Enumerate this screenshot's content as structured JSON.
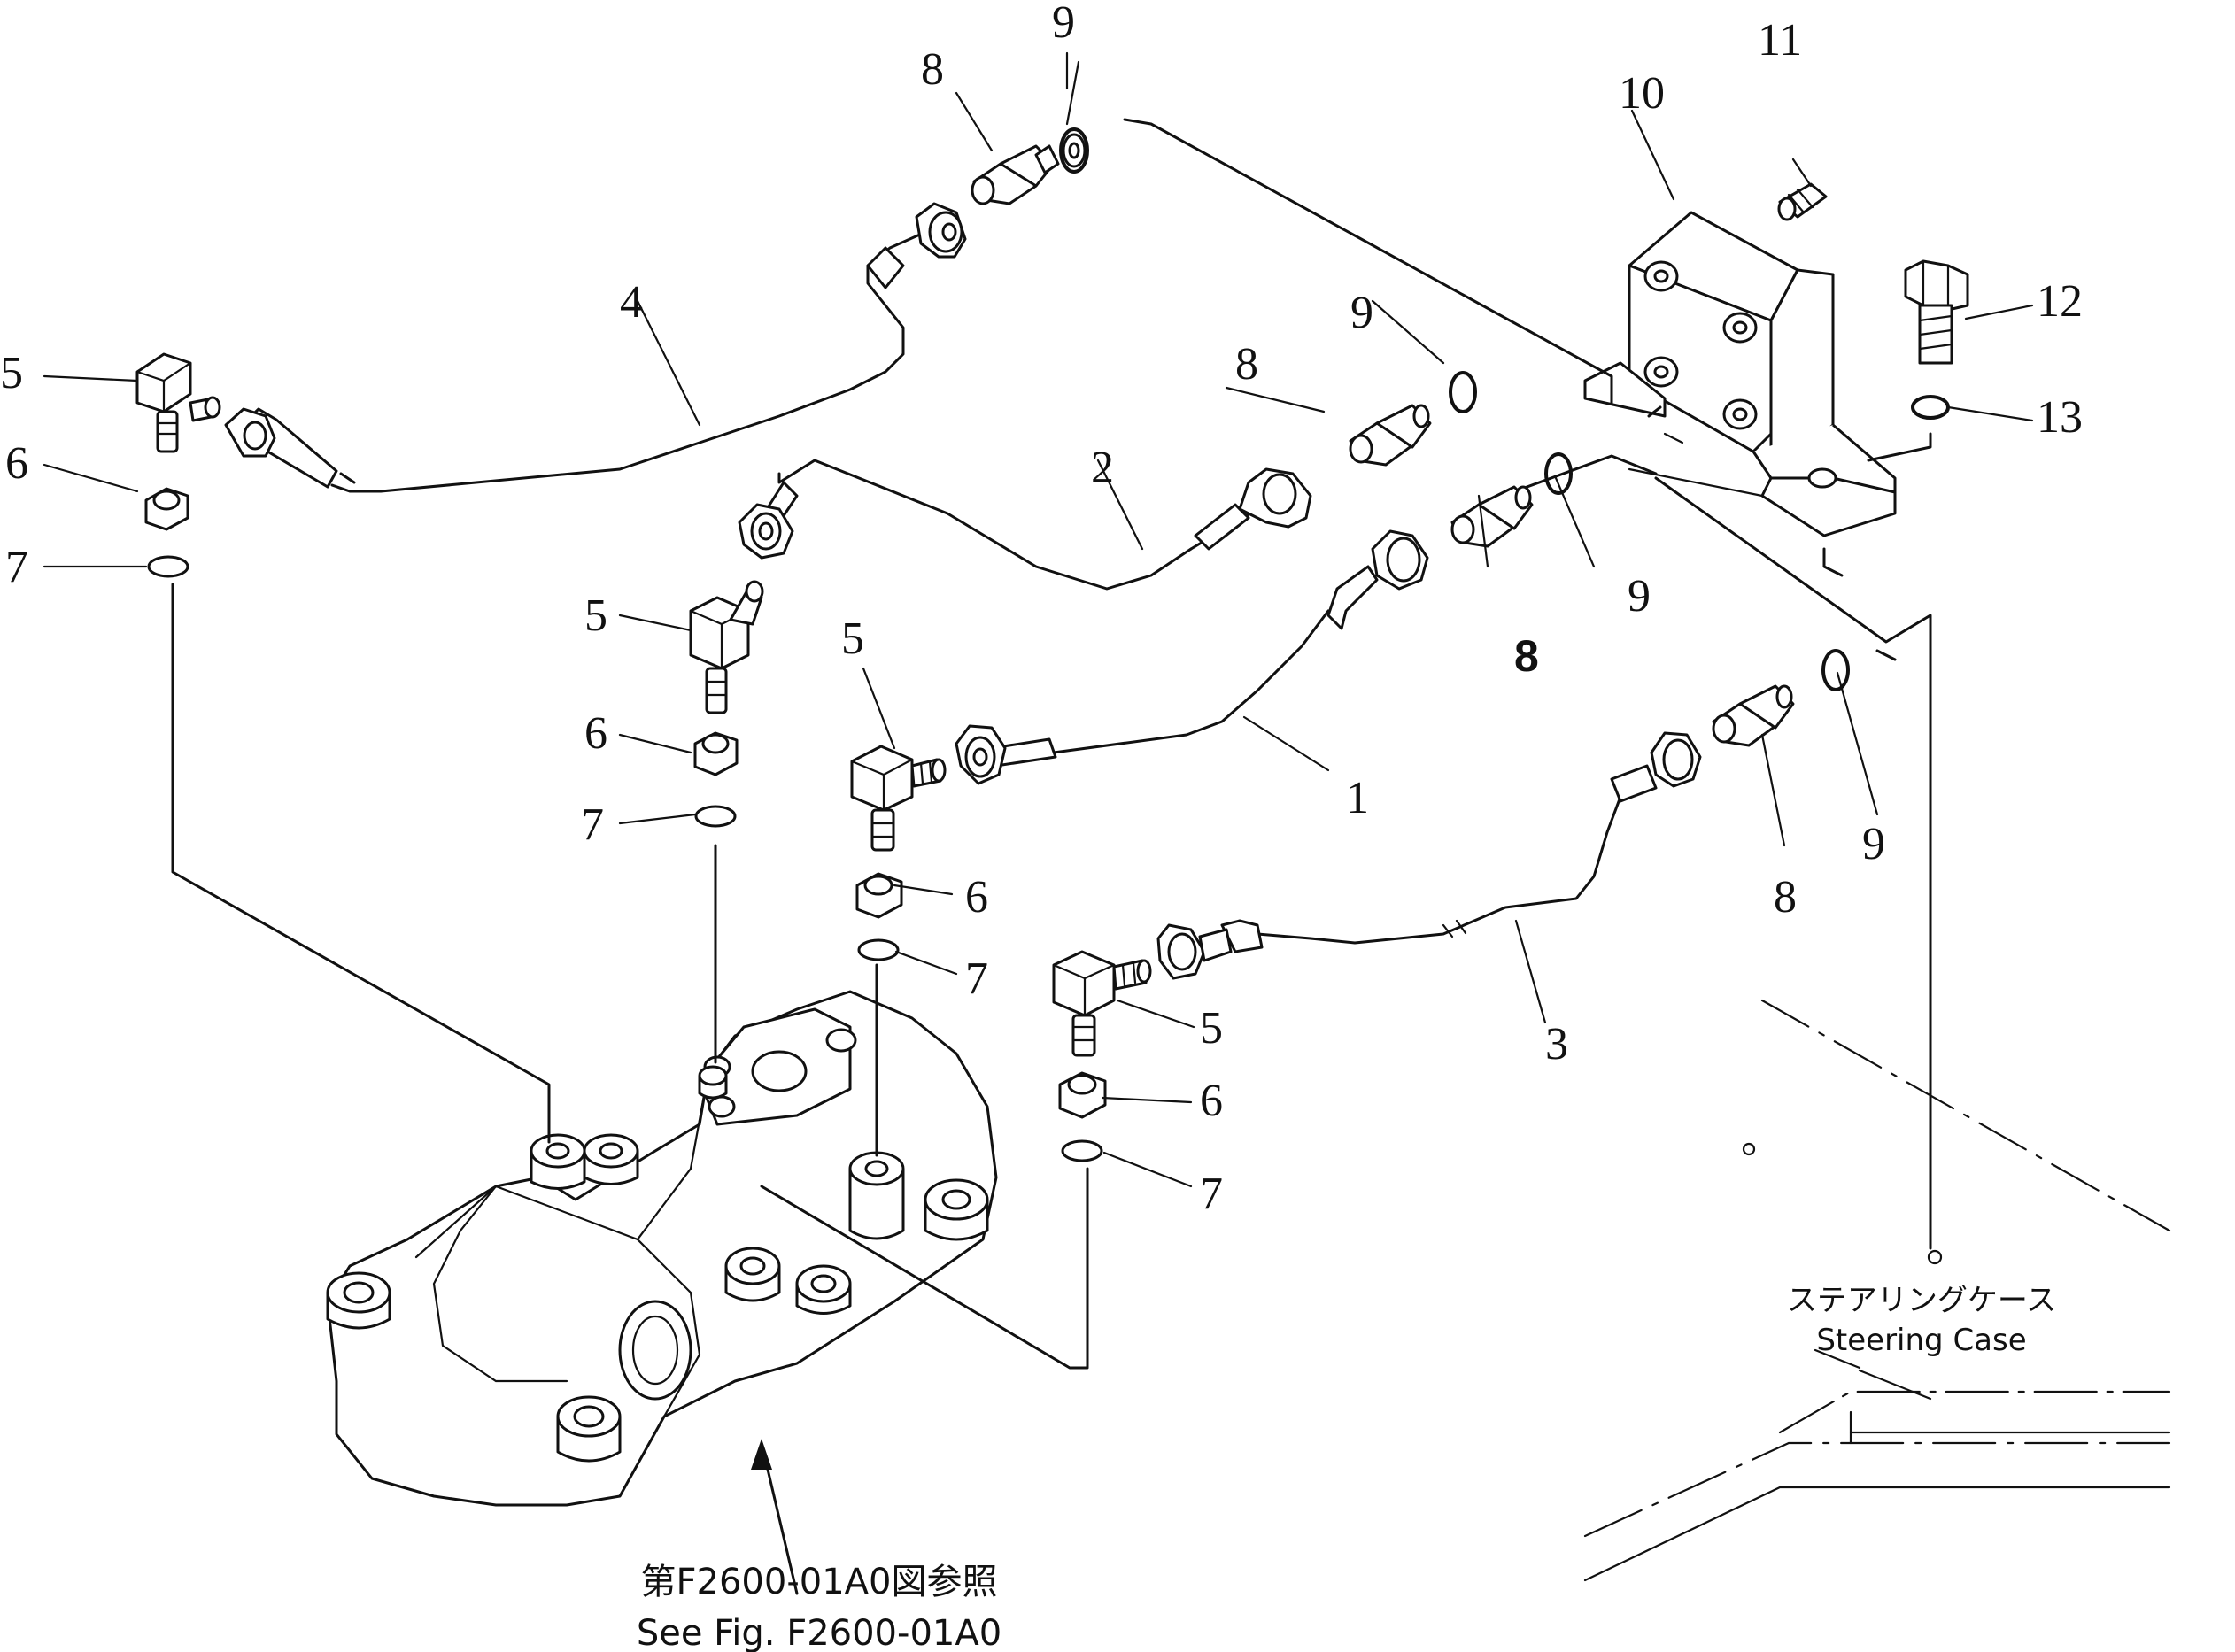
{
  "callouts": {
    "c1": "1",
    "c2": "2",
    "c3": "3",
    "c4": "4",
    "c5": "5",
    "c6": "6",
    "c7": "7",
    "c8": "8",
    "c9": "9",
    "c10": "10",
    "c11": "11",
    "c12": "12",
    "c13": "13"
  },
  "notes": {
    "steering_case_jp": "ステアリングケース",
    "steering_case_en": "Steering Case",
    "see_fig_jp": "第F2600-01A0図参照",
    "see_fig_en": "See Fig. F2600-01A0"
  }
}
